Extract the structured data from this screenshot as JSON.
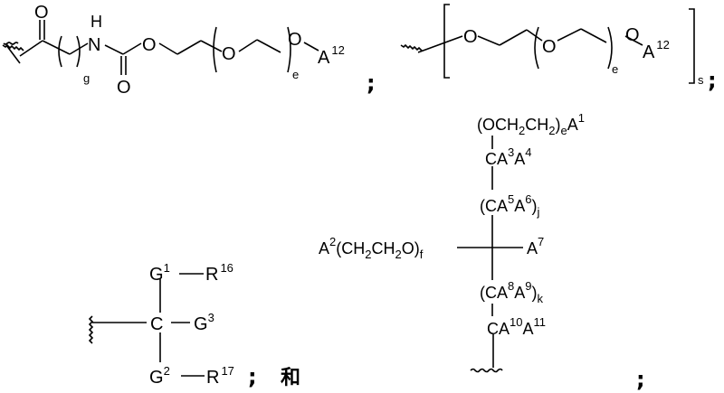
{
  "structures": [
    {
      "id": "carbamate-peg",
      "atoms": {
        "o_top": "O",
        "nh_h": "H",
        "nh_n": "N",
        "o_ester": "O",
        "o_carbonyl": "O",
        "o_repeat": "O",
        "o_end": "O",
        "terminal": "A",
        "terminal_sup": "12"
      },
      "repeat_subscripts": {
        "g": "g",
        "e": "e"
      },
      "separator": ";"
    },
    {
      "id": "bracketed-peg",
      "atoms": {
        "o1": "O",
        "o_repeat": "O",
        "o_end": "O",
        "terminal": "A",
        "terminal_sup": "12"
      },
      "repeat_subscripts": {
        "e": "e",
        "s": "s"
      },
      "separator": ";"
    },
    {
      "id": "quaternary-carbon",
      "labels": {
        "g1": "G",
        "g1_sup": "1",
        "r16": "R",
        "r16_sup": "16",
        "c": "C",
        "g3": "G",
        "g3_sup": "3",
        "g2": "G",
        "g2_sup": "2",
        "r17": "R",
        "r17_sup": "17"
      },
      "separator": ";",
      "conjunction": "和"
    },
    {
      "id": "branched-chain",
      "rows": {
        "top": {
          "pre": "(OCH",
          "s1": "2",
          "mid": "CH",
          "s2": "2",
          "close": ")",
          "sub": "e",
          "tail": "A",
          "sup": "1"
        },
        "ca3a4": {
          "c": "CA",
          "sup1": "3",
          "a": "A",
          "sup2": "4"
        },
        "ca5a6": {
          "pre": "(CA",
          "sup1": "5",
          "a": "A",
          "sup2": "6",
          "close": ")",
          "sub": "j"
        },
        "left": {
          "a": "A",
          "sup": "2",
          "pre": "(CH",
          "s1": "2",
          "mid": "CH",
          "s2": "2",
          "o": "O)",
          "sub": "f"
        },
        "right": {
          "a": "A",
          "sup": "7"
        },
        "ca8a9": {
          "pre": "(CA",
          "sup1": "8",
          "a": "A",
          "sup2": "9",
          "close": ")",
          "sub": "k"
        },
        "ca10a11": {
          "c": "CA",
          "sup1": "10",
          "a": "A",
          "sup2": "11"
        }
      },
      "separator": ";"
    }
  ]
}
